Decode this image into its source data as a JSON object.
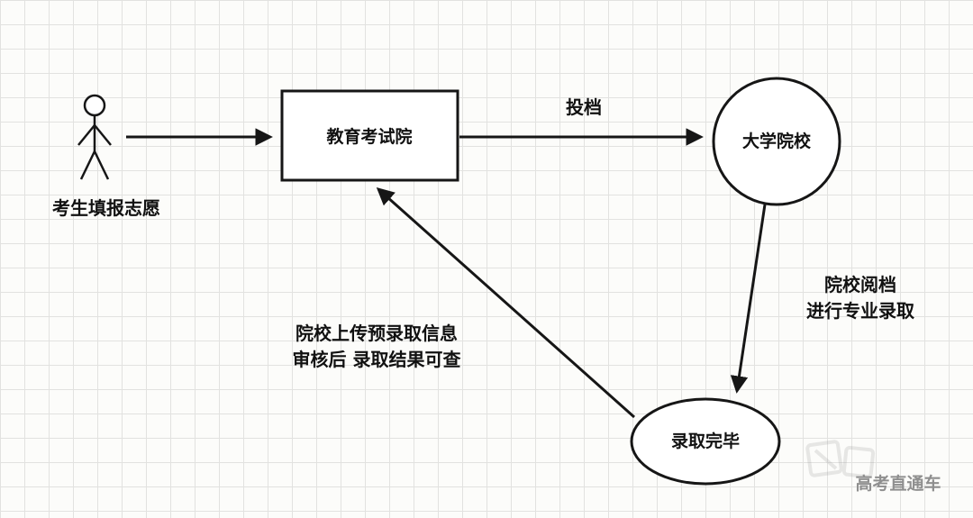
{
  "diagram": {
    "actor": {
      "label": "考生填报志愿"
    },
    "nodes": {
      "exam_office": "教育考试院",
      "university": "大学院校",
      "admission_complete": "录取完毕"
    },
    "edges": {
      "submit": "投档",
      "review_line1": "院校阅档",
      "review_line2": "进行专业录取",
      "upload_line1": "院校上传预录取信息",
      "upload_line2": "审核后 录取结果可查"
    },
    "watermark": "高考直通车",
    "colors": {
      "stroke": "#161616",
      "grid": "#e2e2e0",
      "background": "#fcfcfa",
      "watermark": "#8f8f8f"
    }
  }
}
